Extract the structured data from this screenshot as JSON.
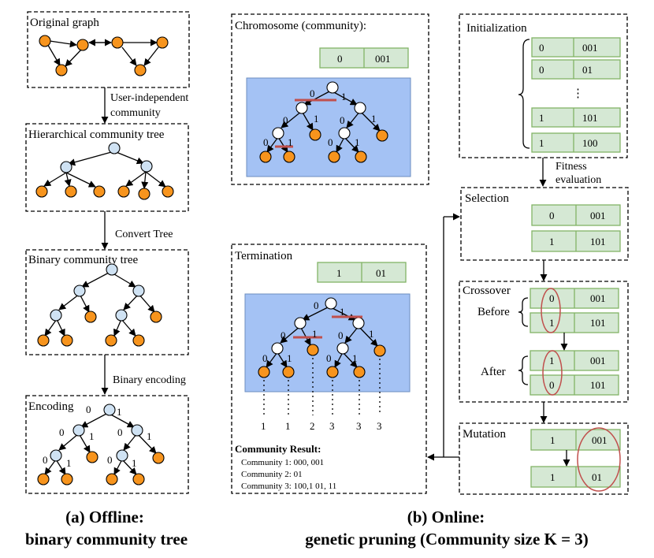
{
  "offline": {
    "original_graph": "Original graph",
    "edge1_line1": "User-independent",
    "edge1_line2": "community",
    "hier_tree": "Hierarchical community tree",
    "edge2": "Convert Tree",
    "binary_tree": "Binary community tree",
    "edge3": "Binary encoding",
    "encoding": "Encoding"
  },
  "chromosome": {
    "title": "Chromosome (community):",
    "gene": [
      "0",
      "001"
    ]
  },
  "termination": {
    "title": "Termination",
    "gene": [
      "1",
      "01"
    ],
    "leaf_labels": [
      "1",
      "1",
      "2",
      "3",
      "3",
      "3"
    ],
    "result_title": "Community Result:",
    "results": [
      "Community 1: 000, 001",
      "Community 2: 01",
      "Community 3: 100,1 01, 11"
    ]
  },
  "initialization": {
    "title": "Initialization",
    "rows": [
      [
        "0",
        "001"
      ],
      [
        "0",
        "01"
      ],
      [
        "1",
        "101"
      ],
      [
        "1",
        "100"
      ]
    ],
    "ellipsis": "⋮"
  },
  "fitness": {
    "line1": "Fitness",
    "line2": "evaluation"
  },
  "selection": {
    "title": "Selection",
    "rows": [
      [
        "0",
        "001"
      ],
      [
        "1",
        "101"
      ]
    ]
  },
  "crossover": {
    "title": "Crossover",
    "before": "Before",
    "after": "After",
    "before_rows": [
      [
        "0",
        "001"
      ],
      [
        "1",
        "101"
      ]
    ],
    "after_rows": [
      [
        "1",
        "001"
      ],
      [
        "0",
        "101"
      ]
    ]
  },
  "mutation": {
    "title": "Mutation",
    "rows": [
      [
        "1",
        "001"
      ],
      [
        "1",
        "01"
      ]
    ]
  },
  "edge_bits": [
    "0",
    "1"
  ],
  "captions": {
    "a_line1": "(a) Offline:",
    "a_line2": "binary community tree",
    "b_line1": "(b) Online:",
    "b_line2": "genetic pruning (Community size K = 3)"
  },
  "colors": {
    "leaf": "#f7941d",
    "inner": "#cfe2f3",
    "gene_fill": "#d5e8d4",
    "gene_stroke": "#82b366",
    "blue_panel": "#a4c2f4",
    "cut": "#c0504d"
  }
}
